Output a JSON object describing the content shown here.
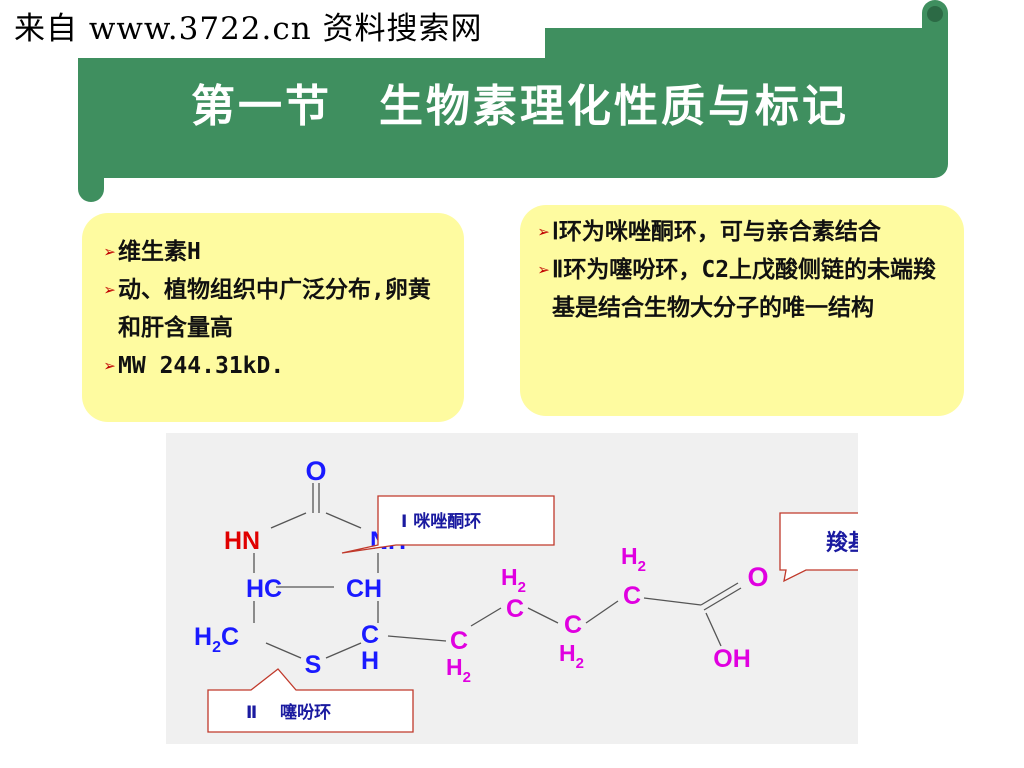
{
  "watermark": {
    "text": "来自 www.3722.cn 资料搜索网"
  },
  "title": "第一节　生物素理化性质与标记",
  "left_box": {
    "items": [
      "维生素H",
      "动、植物组织中广泛分布,卵黄和肝含量高",
      "MW 244.31kD."
    ]
  },
  "right_box": {
    "items": [
      "Ⅰ环为咪唑酮环，可与亲合素结合",
      "Ⅱ环为噻吩环，C2上戊酸侧链的未端羧基是结合生物大分子的唯一结构"
    ]
  },
  "structure": {
    "atoms": {
      "o_top": "O",
      "hn": "HN",
      "nh": "NH",
      "hc_left": "HC",
      "ch_right": "CH",
      "h2c": "H",
      "h2c_sub": "2",
      "h2c_c": "C",
      "c_bottom": "C",
      "h_bottom": "H",
      "s": "S",
      "chain_c": "C",
      "chain_h2": "H",
      "chain_sub": "2",
      "o_acid": "O",
      "oh": "OH"
    },
    "callouts": {
      "ring1": "Ⅰ 咪唑酮环",
      "ring2": "Ⅱ　 噻吩环",
      "carboxyl": "羧基"
    }
  },
  "colors": {
    "banner": "#3f8f5f",
    "box": "#fefba0",
    "blue_atoms": "#1a1aff",
    "red_atoms": "#e00000",
    "magenta_chain": "#e000e0",
    "callout_border": "#c0392b",
    "callout_text": "#1a1aa0"
  }
}
